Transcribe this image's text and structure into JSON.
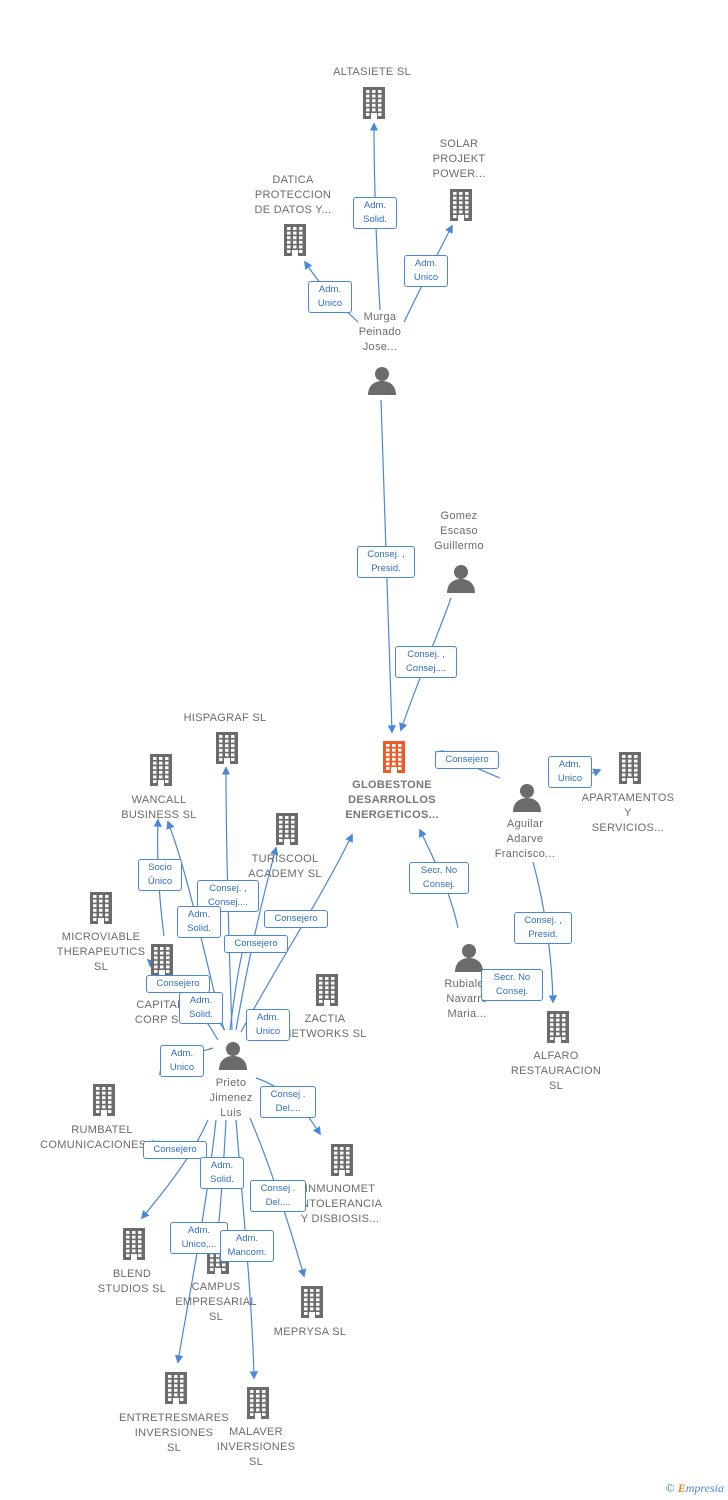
{
  "colors": {
    "edge": "#4a87d6",
    "company": "#6b6b6b",
    "focus_company": "#f05a28",
    "person": "#6b6b6b"
  },
  "nodes": [
    {
      "id": "altasiete",
      "type": "company",
      "label": "ALTASIETE  SL"
    },
    {
      "id": "solar",
      "type": "company",
      "label": "SOLAR\nPROJEKT\nPOWER..."
    },
    {
      "id": "datica",
      "type": "company",
      "label": "DATICA\nPROTECCION\nDE DATOS Y..."
    },
    {
      "id": "murga",
      "type": "person",
      "label": "Murga\nPeinado\nJose..."
    },
    {
      "id": "gomez",
      "type": "person",
      "label": "Gomez\nEscaso\nGuillermo"
    },
    {
      "id": "globestone",
      "type": "focus",
      "label": "GLOBESTONE\nDESARROLLOS\nENERGETICOS..."
    },
    {
      "id": "hispagraf",
      "type": "company",
      "label": "HISPAGRAF  SL"
    },
    {
      "id": "wancall",
      "type": "company",
      "label": "WANCALL\nBUSINESS  SL"
    },
    {
      "id": "turiscool",
      "type": "company",
      "label": "TURISCOOL\nACADEMY  SL"
    },
    {
      "id": "microviable",
      "type": "company",
      "label": "MICROVIABLE\nTHERAPEUTICS\nSL"
    },
    {
      "id": "capital",
      "type": "company",
      "label": "CAPITAL\nCORP  SL"
    },
    {
      "id": "zactia",
      "type": "company",
      "label": "ZACTIA\nNETWORKS  SL"
    },
    {
      "id": "prieto",
      "type": "person",
      "label": "Prieto\nJimenez\nLuis"
    },
    {
      "id": "rumbatel",
      "type": "company",
      "label": "RUMBATEL\nCOMUNICACIONES SL"
    },
    {
      "id": "inmunomet",
      "type": "company",
      "label": "INMUNOMET\nINTOLERANCIA\nY DISBIOSIS..."
    },
    {
      "id": "blend",
      "type": "company",
      "label": "BLEND\nSTUDIOS  SL"
    },
    {
      "id": "campus",
      "type": "company",
      "label": "CAMPUS\nEMPRESARIAL\nSL"
    },
    {
      "id": "meprysa",
      "type": "company",
      "label": "MEPRYSA SL"
    },
    {
      "id": "entretresmares",
      "type": "company",
      "label": "ENTRETRESMARES\nINVERSIONES\nSL"
    },
    {
      "id": "malaver",
      "type": "company",
      "label": "MALAVER\nINVERSIONES\nSL"
    },
    {
      "id": "apartamentos",
      "type": "company",
      "label": "APARTAMENTOS\nY\nSERVICIOS..."
    },
    {
      "id": "aguilar",
      "type": "person",
      "label": "Aguilar\nAdarve\nFrancisco..."
    },
    {
      "id": "rubiales",
      "type": "person",
      "label": "Rubiales\nNavarro\nMaria..."
    },
    {
      "id": "alfaro",
      "type": "company",
      "label": "ALFARO\nRESTAURACION\nSL"
    }
  ],
  "edge_labels": [
    "Adm.\nSolid.",
    "Adm.\nUnico",
    "Adm.\nUnico",
    "Consej. ,\nPresid.",
    "Consej. ,\nConsej....",
    "Consejero",
    "Adm.\nUnico",
    "Secr.  No\nConsej.",
    "Consej. ,\nPresid.",
    "Secr.  No\nConsej.",
    "Socio\nÚnico",
    "Consej. ,\nConsej....",
    "Adm.\nSolid.",
    "Consejero",
    "Consejero",
    "Consejero",
    "Adm.\nSolid.",
    "Adm.\nUnico",
    "Adm.\nUnico",
    "Consej .\nDel....",
    "Consejero",
    "Adm.\nSolid.",
    "Consej .\nDel....",
    "Adm.\nUnico,...",
    "Adm.\nMancom."
  ],
  "footer": {
    "copyright": "©",
    "brand_initial": "E",
    "brand_rest": "mpresia"
  }
}
